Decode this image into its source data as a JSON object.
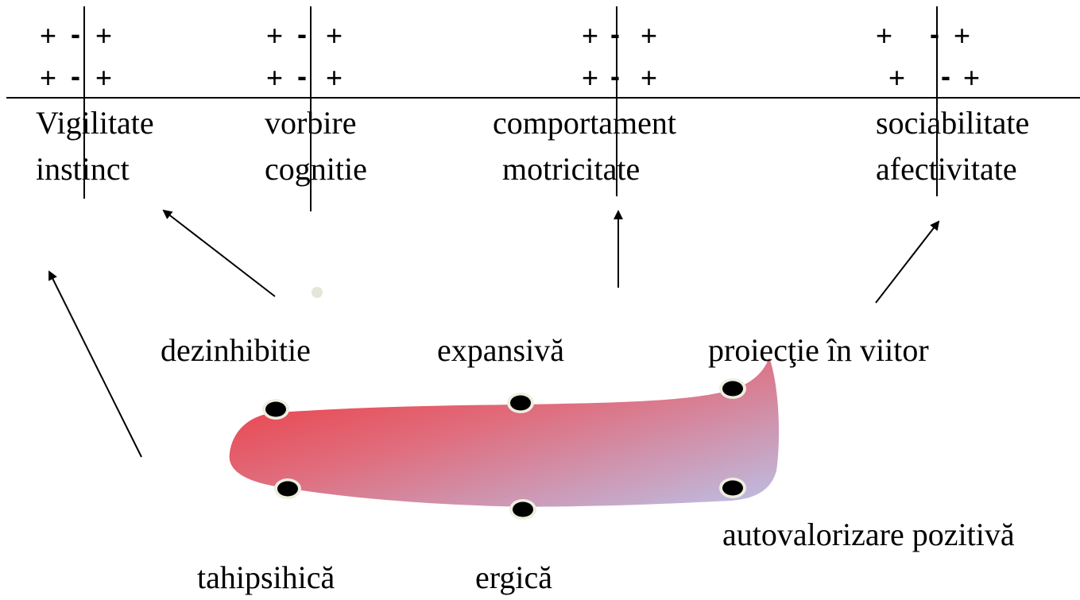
{
  "columns": [
    {
      "id": "c1",
      "top": "Vigilitate",
      "bottom": "instinct",
      "row1": {
        "left": "+",
        "mid": "-",
        "right": "+"
      },
      "row2": {
        "left": "+",
        "mid": "-",
        "right": "+"
      }
    },
    {
      "id": "c2",
      "top": "vorbire",
      "bottom": "cognitie",
      "row1": {
        "left": "+",
        "mid": "-",
        "right": "+"
      },
      "row2": {
        "left": "+",
        "mid": "-",
        "right": "+"
      }
    },
    {
      "id": "c3",
      "top": "comportament",
      "bottom": "motricitate",
      "row1": {
        "left": "+",
        "mid": "-",
        "right": "+"
      },
      "row2": {
        "left": "+",
        "mid": "-",
        "right": "+"
      }
    },
    {
      "id": "c4",
      "top": "sociabilitate",
      "bottom": "afectivitate",
      "row1": {
        "left": "+",
        "mid": "-",
        "right": "+"
      },
      "row2": {
        "left": "+",
        "mid": "-",
        "right": "+"
      }
    }
  ],
  "nodes": {
    "dezinhibitie": "dezinhibitie",
    "expansiva": "expansivă",
    "proiectie": "proiecţie în viitor",
    "autovalorizare": "autovalorizare pozitivă",
    "tahipsihica": "tahipsihică",
    "ergica": "ergică"
  },
  "colors": {
    "shape_start": "#ef3238",
    "shape_end": "#bcc0e6",
    "dot_fill": "#000000",
    "dot_ring": "#eeeee0",
    "stray_dot": "#e6e6d8"
  }
}
